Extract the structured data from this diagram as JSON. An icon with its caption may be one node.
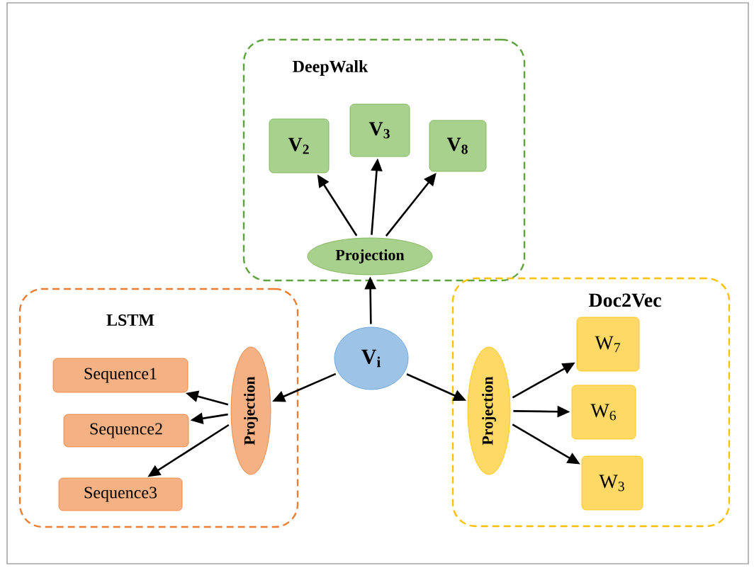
{
  "diagram": {
    "nodes": [
      {
        "text": [
          "DeepWalk"
        ]
      },
      {
        "text": [
          "V$_{2}$"
        ],
        "in": 0
      },
      {
        "text": [
          "V$_{3}$"
        ],
        "in": 0
      },
      {
        "text": [
          "V$_{8}$"
        ],
        "in": 0
      },
      {
        "text": [
          "Projection"
        ],
        "in": 0
      },
      {
        "text": [
          "V$_{i}$"
        ]
      },
      {
        "text": [
          "LSTM"
        ]
      },
      {
        "text": [
          "Sequence1"
        ],
        "in": 6
      },
      {
        "text": [
          "Sequence2"
        ],
        "in": 6
      },
      {
        "text": [
          "Sequence3"
        ],
        "in": 6
      },
      {
        "text": [
          "Projection"
        ],
        "in": 6
      },
      {
        "text": [
          "Doc2Vec"
        ]
      },
      {
        "text": [
          "Projection"
        ],
        "in": 11
      },
      {
        "text": [
          "W$_{7}$"
        ],
        "in": 11
      },
      {
        "text": [
          "W$_{6}$"
        ],
        "in": 11
      },
      {
        "text": [
          "W$_{3}$"
        ],
        "in": 11
      }
    ],
    "edges": [
      {
        "from": 4,
        "to": 1,
        "arrow": "to"
      },
      {
        "from": 4,
        "to": 2,
        "arrow": "to"
      },
      {
        "from": 4,
        "to": 3,
        "arrow": "to"
      },
      {
        "from": 5,
        "to": 4,
        "arrow": "to"
      },
      {
        "from": 5,
        "to": 10,
        "arrow": "to"
      },
      {
        "from": 10,
        "to": 7,
        "arrow": "to"
      },
      {
        "from": 10,
        "to": 8,
        "arrow": "to"
      },
      {
        "from": 10,
        "to": 9,
        "arrow": "to"
      },
      {
        "from": 5,
        "to": 12,
        "arrow": "to"
      },
      {
        "from": 12,
        "to": 13,
        "arrow": "to"
      },
      {
        "from": 12,
        "to": 14,
        "arrow": "to"
      },
      {
        "from": 12,
        "to": 15,
        "arrow": "to"
      }
    ]
  }
}
